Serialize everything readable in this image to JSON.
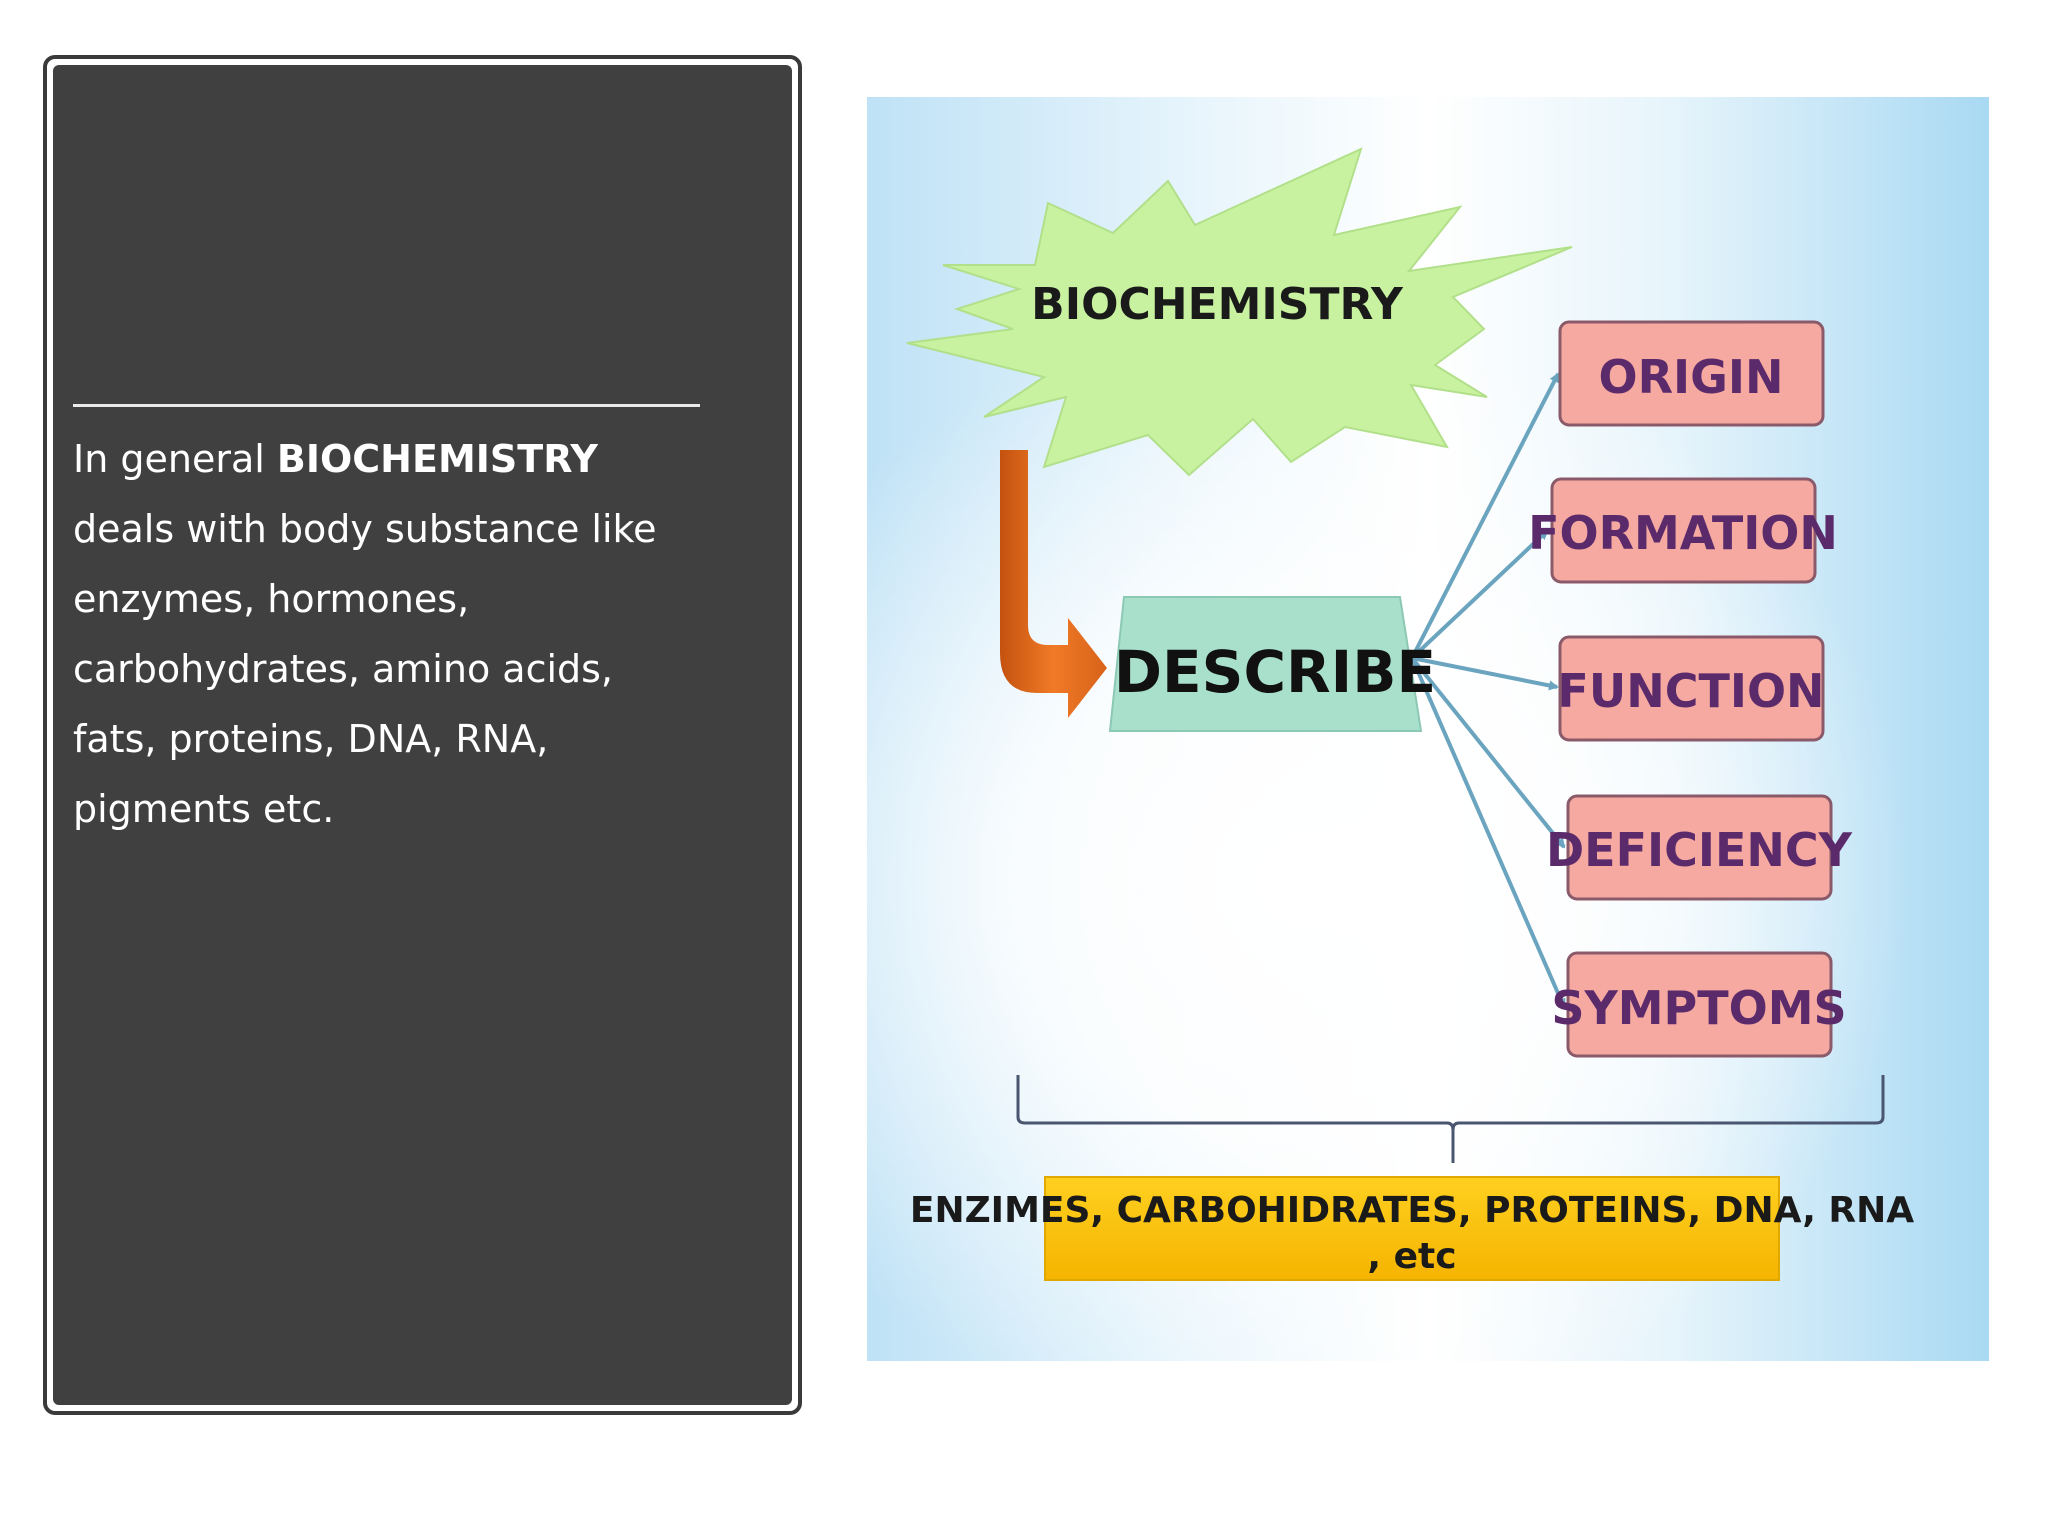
{
  "left_panel": {
    "text_prefix": "In general ",
    "text_bold": "BIOCHEMISTRY",
    "text_rest": " deals with body substance like enzymes, hormones, carbohydrates, amino acids, fats, proteins, DNA, RNA, pigments etc."
  },
  "diagram": {
    "burst_label": "BIOCHEMISTRY",
    "center_label": "DESCRIBE",
    "branches": [
      "ORIGIN",
      "FORMATION",
      "FUNCTION",
      "DEFICIENCY",
      "SYMPTOMS"
    ],
    "footer_line1": "ENZIMES, CARBOHIDRATES, PROTEINS, DNA, RNA",
    "footer_line2": ", etc",
    "colors": {
      "burst_fill": "#c8f2a0",
      "center_fill": "#a8e0cc",
      "branch_fill": "#f5a9a0",
      "branch_text": "#5a2a6a",
      "arrow_orange": "#e36b1e",
      "connector": "#6aa4bf",
      "footer_fill": "#ffc20e"
    }
  }
}
